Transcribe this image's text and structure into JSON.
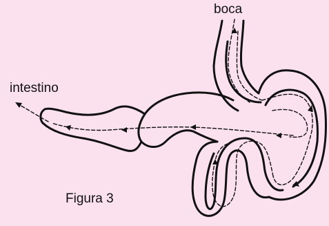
{
  "labels": {
    "mouth": "boca",
    "intestine": "intestino",
    "caption": "Figura 3"
  },
  "colors": {
    "background": "#fbe1ee",
    "ink": "#111111"
  }
}
